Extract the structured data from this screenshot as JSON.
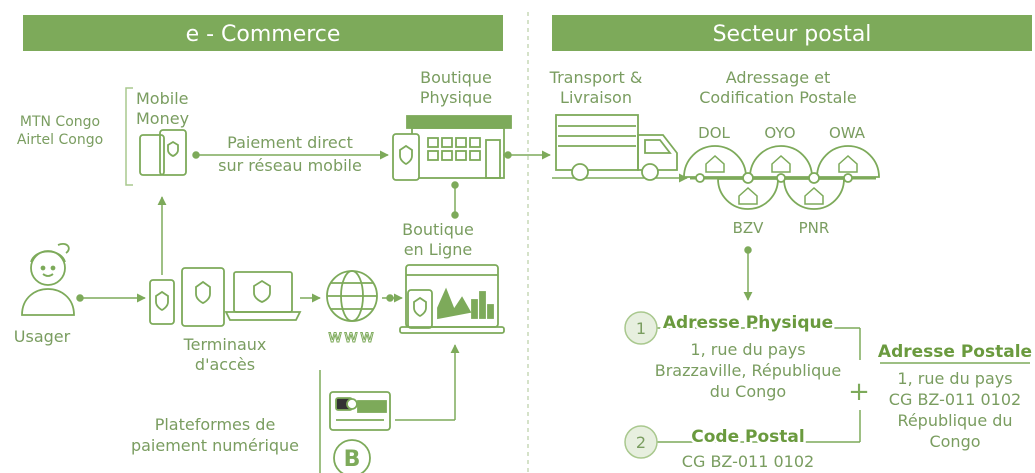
{
  "colors": {
    "accent": "#7daa5a",
    "accent_light": "#a9c88e",
    "text": "#7a9d60",
    "bold_text": "#6a9a3e",
    "circle_fill": "#e7efdf",
    "header_text": "#ffffff"
  },
  "ecommerce": {
    "header": "e - Commerce",
    "mobile_operators": [
      "MTN Congo",
      "Airtel Congo"
    ],
    "mobile_money": [
      "Mobile",
      "Money"
    ],
    "payment_direct": [
      "Paiement direct",
      "sur réseau mobile"
    ],
    "boutique_physique": [
      "Boutique",
      "Physique"
    ],
    "boutique_en_ligne": [
      "Boutique",
      "en Ligne"
    ],
    "usager": "Usager",
    "terminaux": [
      "Terminaux",
      "d'accès"
    ],
    "www": "www",
    "plateformes": [
      "Plateformes de",
      "paiement numérique"
    ]
  },
  "postal": {
    "header": "Secteur postal",
    "transport": [
      "Transport &",
      "Livraison"
    ],
    "adressage": [
      "Adressage et",
      "Codification Postale"
    ],
    "regions_top": [
      "DOL",
      "OYO",
      "OWA"
    ],
    "regions_bottom": [
      "BZV",
      "PNR"
    ],
    "step1": {
      "number": "1",
      "title": "Adresse Physique",
      "lines": [
        "1, rue du pays",
        "Brazzaville, République",
        "du Congo"
      ]
    },
    "step2": {
      "number": "2",
      "title": "Code Postal",
      "lines": [
        "CG BZ-011 0102"
      ]
    },
    "plus": "+",
    "result": {
      "title": "Adresse Postale",
      "lines": [
        "1, rue du pays",
        "CG BZ-011 0102",
        "République du",
        "Congo"
      ]
    }
  },
  "icons": [
    "phone-icon",
    "tablet-icon",
    "laptop-icon",
    "globe-icon",
    "store-icon",
    "online-store-icon",
    "truck-icon",
    "user-icon",
    "credit-card-icon",
    "bitcoin-icon",
    "house-icon",
    "shield-icon"
  ]
}
